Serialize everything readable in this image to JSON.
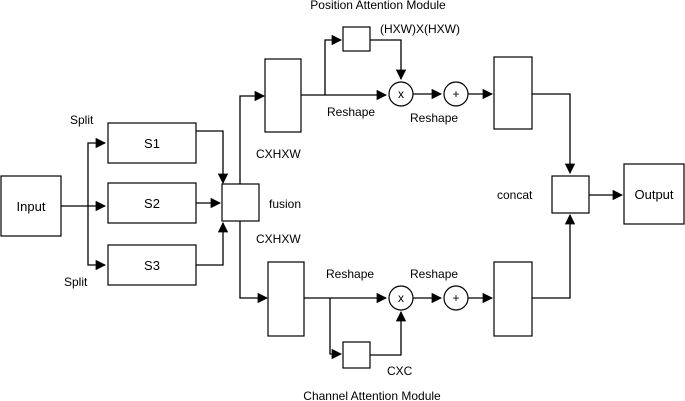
{
  "diagram": {
    "titles": {
      "position_module": "Position Attention Module",
      "channel_module": "Channel Attention Module"
    },
    "nodes": {
      "input": "Input",
      "s1": "S1",
      "s2": "S2",
      "s3": "S3",
      "output": "Output"
    },
    "operators": {
      "multiply": "x",
      "add": "+"
    },
    "labels": {
      "split_top": "Split",
      "split_bottom": "Split",
      "fusion": "fusion",
      "cxhxw_top": "CXHXW",
      "cxhxw_bottom": "CXHXW",
      "hxw_product": "(HXW)X(HXW)",
      "reshape_pos_1": "Reshape",
      "reshape_pos_2": "Reshape",
      "reshape_ch_1": "Reshape",
      "reshape_ch_2": "Reshape",
      "cxc": "CXC",
      "concat": "concat"
    }
  }
}
